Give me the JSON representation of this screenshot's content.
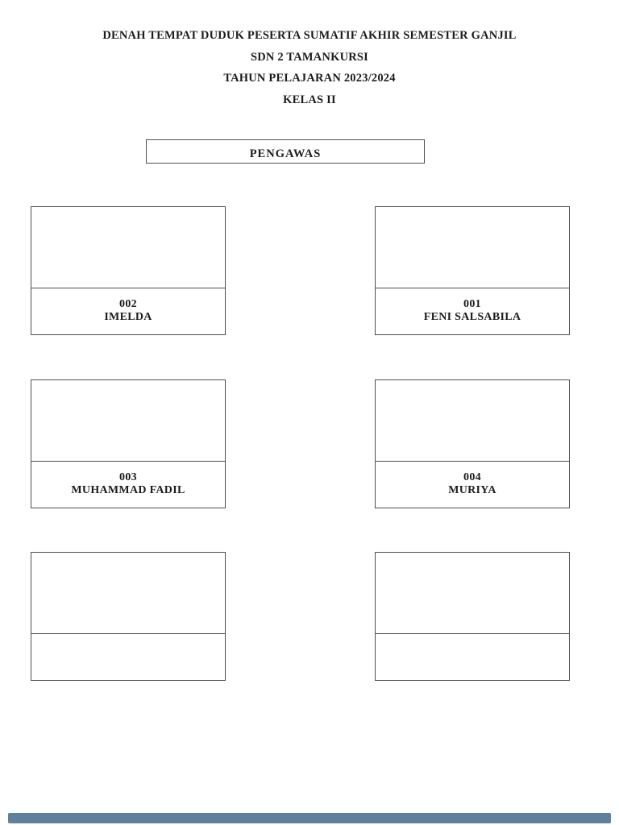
{
  "header": {
    "title_lines": [
      "DENAH TEMPAT DUDUK PESERTA SUMATIF AKHIR SEMESTER GANJIL",
      "SDN 2 TAMANKURSI",
      "TAHUN PELAJARAN 2023/2024",
      "KELAS II"
    ]
  },
  "pengawas": {
    "label": "PENGAWAS"
  },
  "desks": [
    {
      "number": "002",
      "name": "IMELDA"
    },
    {
      "number": "001",
      "name": "FENI SALSABILA"
    },
    {
      "number": "003",
      "name": "MUHAMMAD FADIL"
    },
    {
      "number": "004",
      "name": "MURIYA"
    },
    {
      "number": "",
      "name": ""
    },
    {
      "number": "",
      "name": ""
    }
  ],
  "colors": {
    "text": "#1c1c1c",
    "border": "#4f4f4f",
    "footer_bar": "#60819c"
  }
}
